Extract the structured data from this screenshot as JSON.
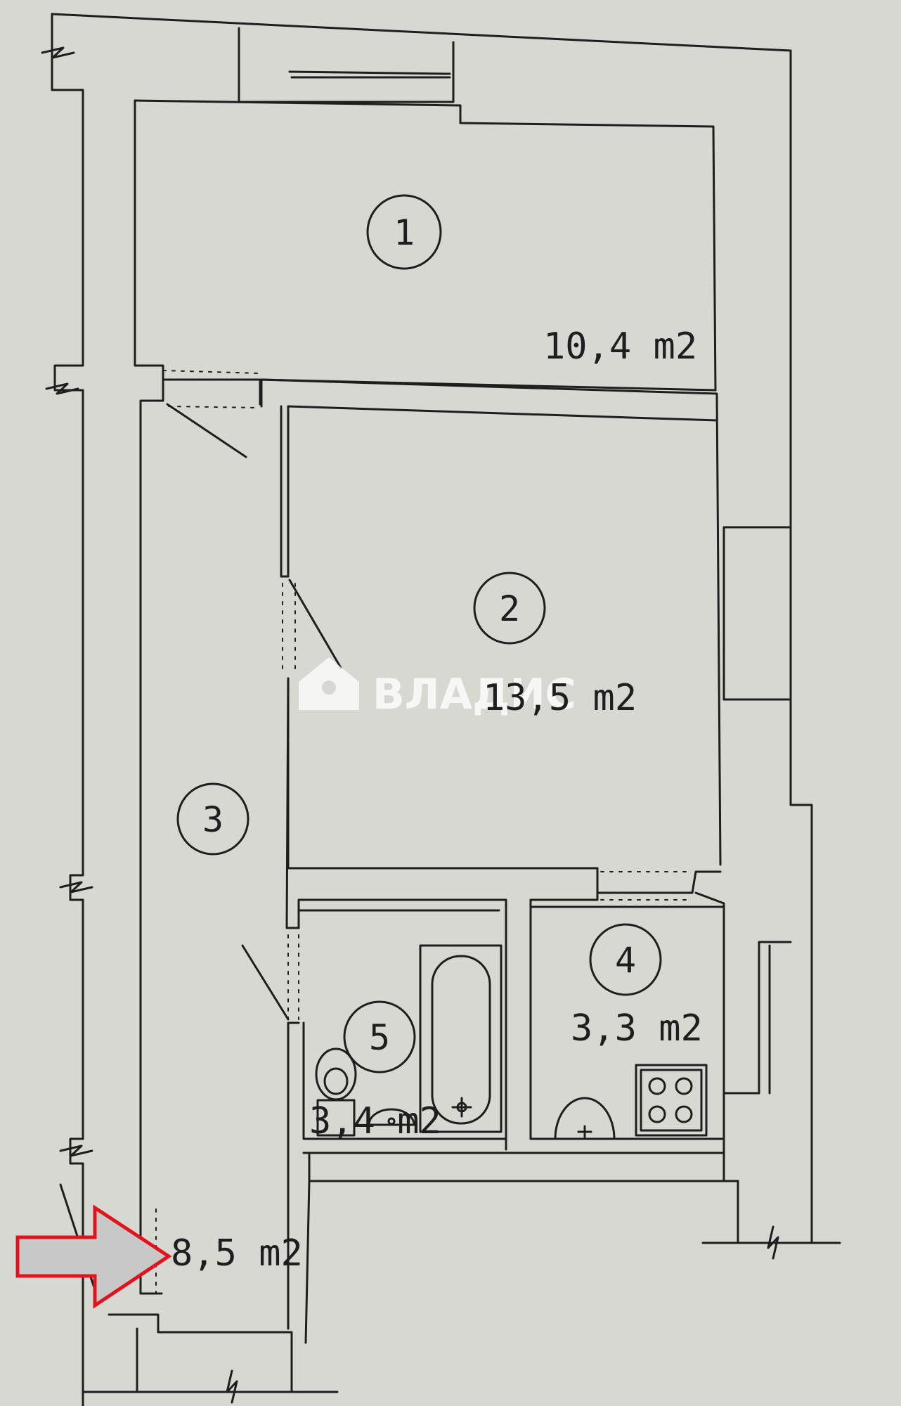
{
  "plan": {
    "rooms": [
      {
        "number": "1",
        "area": "10,4  m2"
      },
      {
        "number": "2",
        "area": "13,5  m2"
      },
      {
        "number": "3",
        "area": "8,5  m2"
      },
      {
        "number": "4",
        "area": "3,3  m2"
      },
      {
        "number": "5",
        "area": "3,4  m2"
      }
    ],
    "watermark": "ВЛАДИС",
    "colors": {
      "paper": "#d8d8d3",
      "lines": "#1e1e1e",
      "arrow_fill": "#c8c8c8",
      "arrow_stroke": "#e0141e"
    }
  }
}
